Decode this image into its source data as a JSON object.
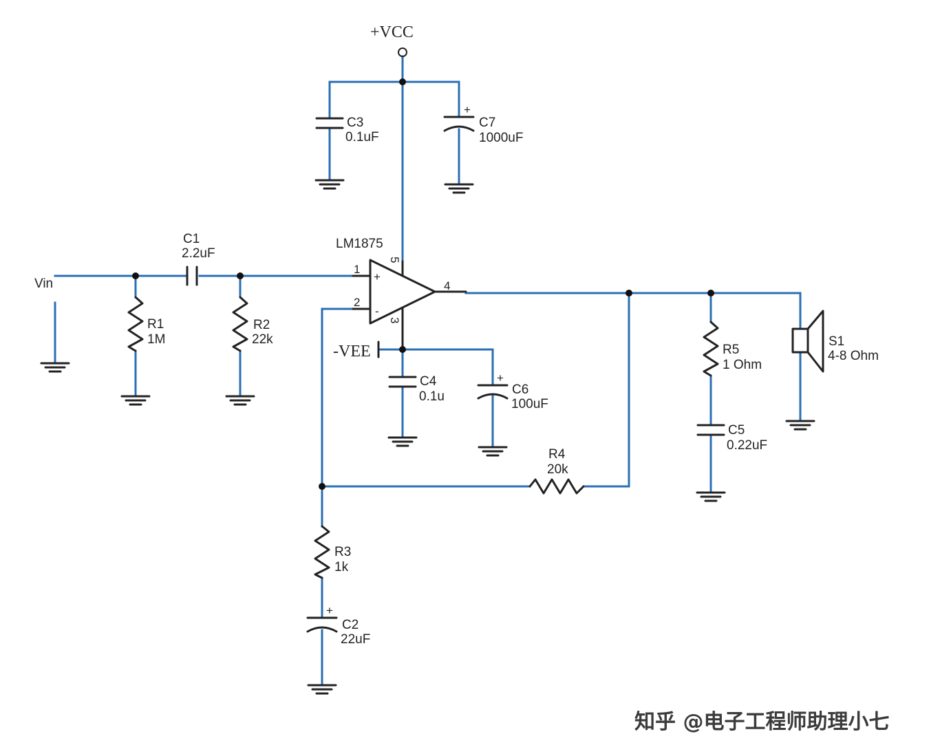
{
  "rails": {
    "vcc": "+VCC",
    "vee": "-VEE"
  },
  "input": {
    "label": "Vin"
  },
  "opamp": {
    "name": "LM1875",
    "pin1": "1",
    "pin2": "2",
    "pin3": "3",
    "pin4": "4",
    "pin5": "5",
    "plus": "+",
    "minus": "-"
  },
  "components": {
    "C1": {
      "ref": "C1",
      "value": "2.2uF"
    },
    "C2": {
      "ref": "C2",
      "value": "22uF"
    },
    "C3": {
      "ref": "C3",
      "value": "0.1uF"
    },
    "C4": {
      "ref": "C4",
      "value": "0.1u"
    },
    "C5": {
      "ref": "C5",
      "value": "0.22uF"
    },
    "C6": {
      "ref": "C6",
      "value": "100uF"
    },
    "C7": {
      "ref": "C7",
      "value": "1000uF"
    },
    "R1": {
      "ref": "R1",
      "value": "1M"
    },
    "R2": {
      "ref": "R2",
      "value": "22k"
    },
    "R3": {
      "ref": "R3",
      "value": "1k"
    },
    "R4": {
      "ref": "R4",
      "value": "20k"
    },
    "R5": {
      "ref": "R5",
      "value": "1 Ohm"
    },
    "S1": {
      "ref": "S1",
      "value": "4-8 Ohm"
    }
  },
  "polarity": {
    "plus": "+"
  },
  "watermark": "知乎 @电子工程师助理小七",
  "colors": {
    "wire": "#2a6fb5",
    "symbol": "#222222"
  }
}
